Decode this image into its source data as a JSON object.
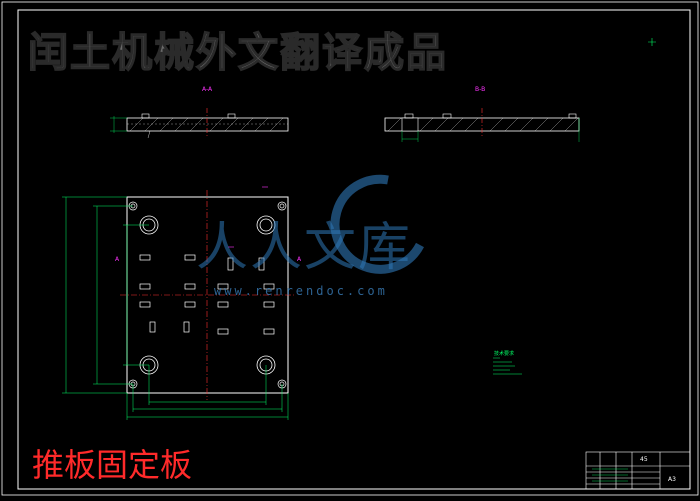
{
  "header": {
    "banner_text": "闰土机械外文翻译成品"
  },
  "drawing": {
    "part_title": "推板固定板",
    "section_labels": {
      "a": "A-A",
      "b": "B-B"
    },
    "view_markers": {
      "left": "A",
      "right": "A"
    },
    "notes_text": "技术要求"
  },
  "watermark": {
    "text": "人人文库",
    "url": "www.renrendoc.com"
  },
  "title_block": {
    "material": "45",
    "scale": "A3"
  },
  "colors": {
    "frame": "#ffffff",
    "outline": "#ffffff",
    "dimension": "#00ff66",
    "centerline": "#ff3030",
    "label": "#ff33ff",
    "title_red": "#ff2a2a",
    "watermark_blue": "#2f78b8"
  }
}
